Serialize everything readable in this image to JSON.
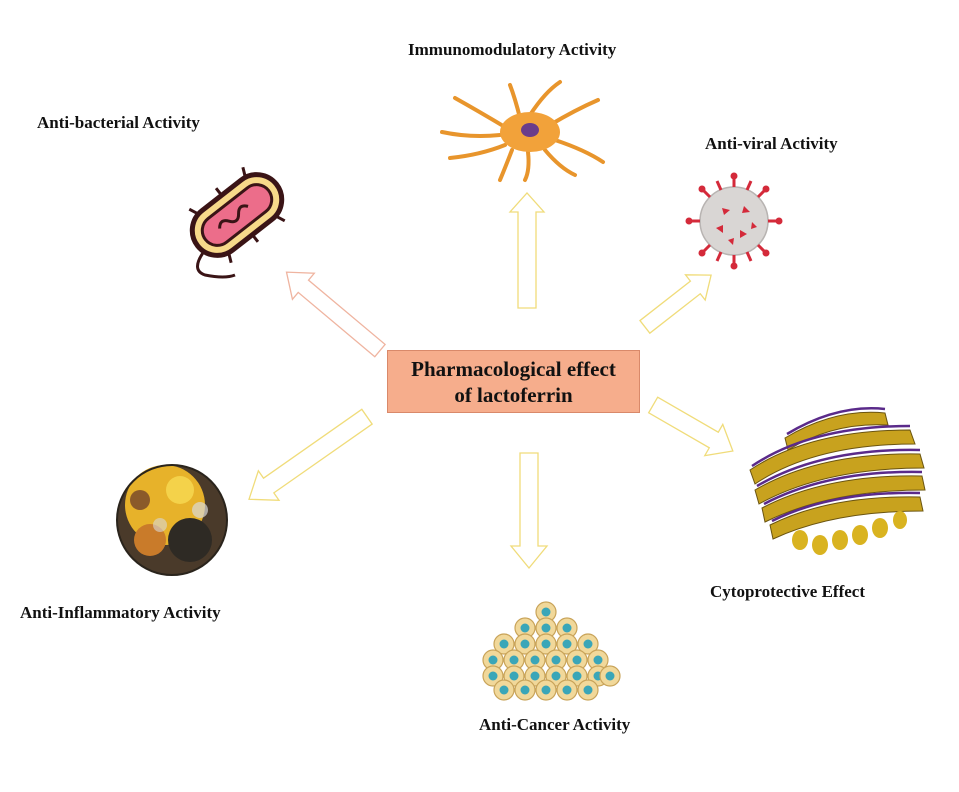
{
  "center": {
    "line1": "Pharmacological effect",
    "line2": "of lactoferrin"
  },
  "activities": {
    "immunomodulatory": "Immunomodulatory Activity",
    "antibacterial": "Anti-bacterial Activity",
    "antiviral": "Anti-viral Activity",
    "antiinflammatory": "Anti-Inflammatory Activity",
    "anticancer": "Anti-Cancer Activity",
    "cytoprotective": "Cytoprotective Effect"
  },
  "colors": {
    "center_fill": "#f6ad8c",
    "arrow_bacterial": "#f2b8a4",
    "arrow_other": "#f5e48a"
  }
}
